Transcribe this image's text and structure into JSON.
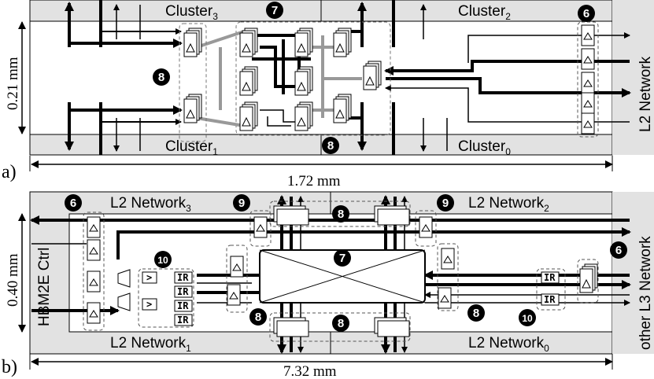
{
  "panel_a": {
    "label": "a)",
    "cluster3": {
      "base": "Cluster",
      "sub": "3"
    },
    "cluster2": {
      "base": "Cluster",
      "sub": "2"
    },
    "cluster1": {
      "base": "Cluster",
      "sub": "1"
    },
    "cluster0": {
      "base": "Cluster",
      "sub": "0"
    },
    "side_label": "L2 Network",
    "height_dim": "0.21 mm",
    "width_dim": "1.72 mm"
  },
  "panel_b": {
    "label": "b)",
    "net3": {
      "base": "L2 Network",
      "sub": "3"
    },
    "net2": {
      "base": "L2 Network",
      "sub": "2"
    },
    "net1": {
      "base": "L2 Network",
      "sub": "1"
    },
    "net0": {
      "base": "L2 Network",
      "sub": "0"
    },
    "left_label": "HBM2E Ctrl",
    "right_label": "other L3 Network",
    "height_dim": "0.40 mm",
    "width_dim": "7.32 mm",
    "ir_label": "IR",
    "gt_label": ">"
  },
  "badges": {
    "six": "6",
    "seven": "7",
    "eight": "8",
    "nine": "9",
    "ten": "10"
  }
}
